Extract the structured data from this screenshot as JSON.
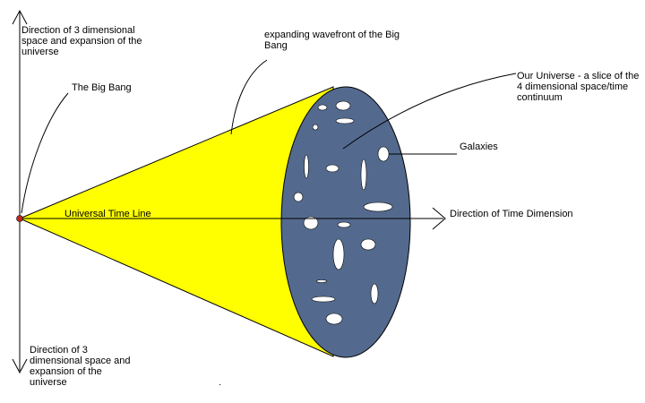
{
  "labels": {
    "space_axis_top": "Direction of 3 dimensional space and expansion of the universe",
    "big_bang": "The Big Bang",
    "wavefront": "expanding wavefront of the Big Bang",
    "our_universe": "Our Universe - a slice of the 4 dimensional space/time continuum",
    "galaxies": "Galaxies",
    "time_line": "Universal Time Line",
    "time_direction": "Direction of Time Dimension",
    "space_axis_bottom": "Direction of 3 dimensional space and expansion of the universe"
  },
  "colors": {
    "cone_fill": "#ffff00",
    "universe_fill": "#536a8e",
    "galaxy_fill": "#ffffff",
    "big_bang_point": "#c0281e",
    "line": "#000000"
  }
}
